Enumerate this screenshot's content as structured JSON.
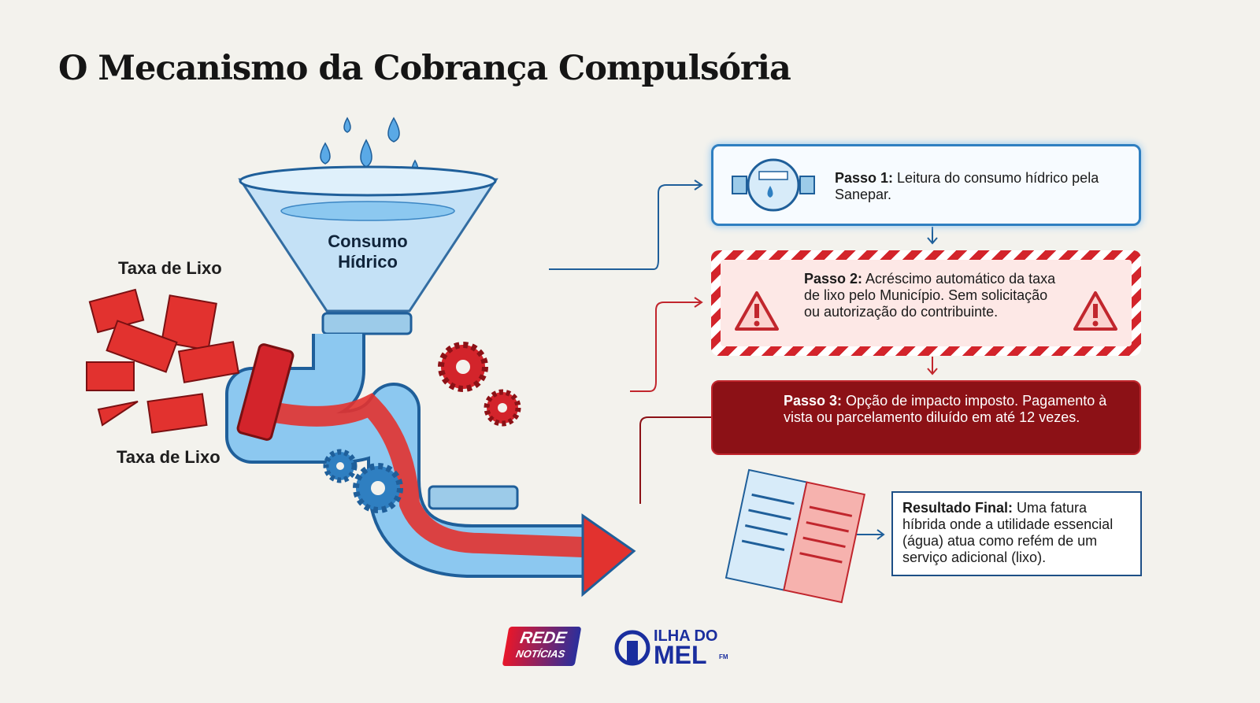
{
  "title": "O Mecanismo da Cobrança Compulsória",
  "illustration": {
    "funnel_label_line1": "Consumo",
    "funnel_label_line2": "Hídrico",
    "label_top": "Taxa de Lixo",
    "label_bottom": "Taxa de Lixo"
  },
  "steps": [
    {
      "title": "Passo 1:",
      "text": " Leitura do consumo hídrico pela Sanepar.",
      "icon": "water-meter-icon"
    },
    {
      "title": "Passo 2:",
      "text": " Acréscimo automático da taxa de lixo pelo Município. Sem solicitação ou autorização do contribuinte.",
      "icon": "warning-icon"
    },
    {
      "title": "Passo 3:",
      "text": " Opção de impacto imposto. Pagamento à vista ou parcelamento diluído em até 12 vezes."
    }
  ],
  "result": {
    "title": "Resultado Final:",
    "text": " Uma fatura híbrida onde a utilidade essencial (água) atua como refém de um serviço adicional (lixo).",
    "icon": "invoice-icon"
  },
  "logos": {
    "rede_line1": "REDE",
    "rede_line2": "NOTÍCIAS",
    "ilha_line1": "ILHA DO",
    "ilha_line2": "MEL",
    "ilha_fm": "FM"
  },
  "colors": {
    "blue": "#2f7fc1",
    "red": "#d3242b",
    "dark_red": "#8c1116"
  }
}
